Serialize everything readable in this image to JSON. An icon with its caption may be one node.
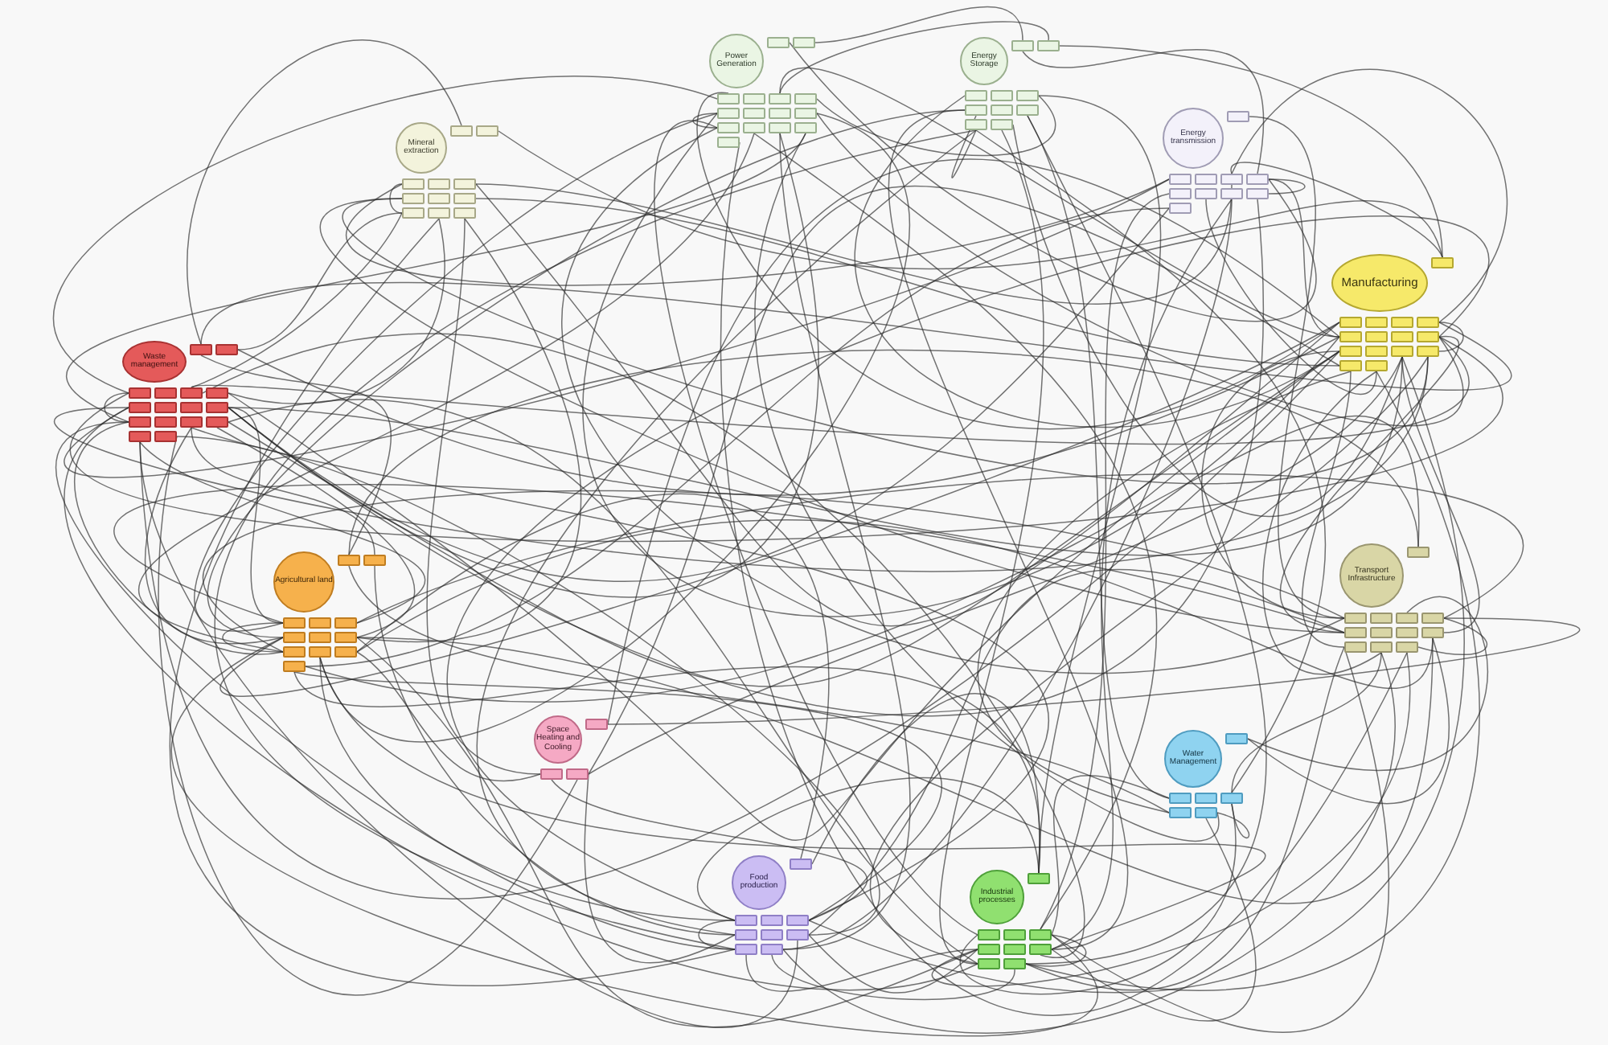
{
  "diagram": {
    "nodes": [
      {
        "text": [
          "Power Generation"
        ]
      },
      {
        "text": [],
        "shape": "box"
      },
      {
        "text": [],
        "shape": "box"
      },
      {
        "text": [],
        "shape": "box"
      },
      {
        "text": [],
        "shape": "box"
      },
      {
        "text": [],
        "shape": "box"
      },
      {
        "text": [],
        "shape": "box"
      },
      {
        "text": [],
        "shape": "box"
      },
      {
        "text": [],
        "shape": "box"
      },
      {
        "text": [],
        "shape": "box"
      },
      {
        "text": [],
        "shape": "box"
      },
      {
        "text": [],
        "shape": "box"
      },
      {
        "text": [],
        "shape": "box"
      },
      {
        "text": [],
        "shape": "box"
      },
      {
        "text": [],
        "shape": "box"
      },
      {
        "text": [],
        "shape": "box"
      },
      {
        "text": [
          "Energy Storage"
        ]
      },
      {
        "text": [],
        "shape": "box"
      },
      {
        "text": [],
        "shape": "box"
      },
      {
        "text": [],
        "shape": "box"
      },
      {
        "text": [],
        "shape": "box"
      },
      {
        "text": [],
        "shape": "box"
      },
      {
        "text": [],
        "shape": "box"
      },
      {
        "text": [],
        "shape": "box"
      },
      {
        "text": [],
        "shape": "box"
      },
      {
        "text": [],
        "shape": "box"
      },
      {
        "text": [],
        "shape": "box"
      },
      {
        "text": [
          "Mineral extraction"
        ]
      },
      {
        "text": [],
        "shape": "box"
      },
      {
        "text": [],
        "shape": "box"
      },
      {
        "text": [],
        "shape": "box"
      },
      {
        "text": [],
        "shape": "box"
      },
      {
        "text": [],
        "shape": "box"
      },
      {
        "text": [],
        "shape": "box"
      },
      {
        "text": [],
        "shape": "box"
      },
      {
        "text": [],
        "shape": "box"
      },
      {
        "text": [],
        "shape": "box"
      },
      {
        "text": [],
        "shape": "box"
      },
      {
        "text": [],
        "shape": "box"
      },
      {
        "text": [
          "Energy transmission"
        ]
      },
      {
        "text": [],
        "shape": "box"
      },
      {
        "text": [],
        "shape": "box"
      },
      {
        "text": [],
        "shape": "box"
      },
      {
        "text": [],
        "shape": "box"
      },
      {
        "text": [],
        "shape": "box"
      },
      {
        "text": [],
        "shape": "box"
      },
      {
        "text": [],
        "shape": "box"
      },
      {
        "text": [],
        "shape": "box"
      },
      {
        "text": [],
        "shape": "box"
      },
      {
        "text": [],
        "shape": "box"
      },
      {
        "text": [
          "Manufacturing"
        ]
      },
      {
        "text": [],
        "shape": "box"
      },
      {
        "text": [],
        "shape": "box"
      },
      {
        "text": [],
        "shape": "box"
      },
      {
        "text": [],
        "shape": "box"
      },
      {
        "text": [],
        "shape": "box"
      },
      {
        "text": [],
        "shape": "box"
      },
      {
        "text": [],
        "shape": "box"
      },
      {
        "text": [],
        "shape": "box"
      },
      {
        "text": [],
        "shape": "box"
      },
      {
        "text": [],
        "shape": "box"
      },
      {
        "text": [],
        "shape": "box"
      },
      {
        "text": [],
        "shape": "box"
      },
      {
        "text": [],
        "shape": "box"
      },
      {
        "text": [],
        "shape": "box"
      },
      {
        "text": [],
        "shape": "box"
      },
      {
        "text": [
          "Waste management"
        ]
      },
      {
        "text": [],
        "shape": "box"
      },
      {
        "text": [],
        "shape": "box"
      },
      {
        "text": [],
        "shape": "box"
      },
      {
        "text": [],
        "shape": "box"
      },
      {
        "text": [],
        "shape": "box"
      },
      {
        "text": [],
        "shape": "box"
      },
      {
        "text": [],
        "shape": "box"
      },
      {
        "text": [],
        "shape": "box"
      },
      {
        "text": [],
        "shape": "box"
      },
      {
        "text": [],
        "shape": "box"
      },
      {
        "text": [],
        "shape": "box"
      },
      {
        "text": [],
        "shape": "box"
      },
      {
        "text": [],
        "shape": "box"
      },
      {
        "text": [],
        "shape": "box"
      },
      {
        "text": [],
        "shape": "box"
      },
      {
        "text": [],
        "shape": "box"
      },
      {
        "text": [
          "Agricultural land"
        ]
      },
      {
        "text": [],
        "shape": "box"
      },
      {
        "text": [],
        "shape": "box"
      },
      {
        "text": [],
        "shape": "box"
      },
      {
        "text": [],
        "shape": "box"
      },
      {
        "text": [],
        "shape": "box"
      },
      {
        "text": [],
        "shape": "box"
      },
      {
        "text": [],
        "shape": "box"
      },
      {
        "text": [],
        "shape": "box"
      },
      {
        "text": [],
        "shape": "box"
      },
      {
        "text": [],
        "shape": "box"
      },
      {
        "text": [],
        "shape": "box"
      },
      {
        "text": [],
        "shape": "box"
      },
      {
        "text": [
          "Transport Infrastructure"
        ]
      },
      {
        "text": [],
        "shape": "box"
      },
      {
        "text": [],
        "shape": "box"
      },
      {
        "text": [],
        "shape": "box"
      },
      {
        "text": [],
        "shape": "box"
      },
      {
        "text": [],
        "shape": "box"
      },
      {
        "text": [],
        "shape": "box"
      },
      {
        "text": [],
        "shape": "box"
      },
      {
        "text": [],
        "shape": "box"
      },
      {
        "text": [],
        "shape": "box"
      },
      {
        "text": [],
        "shape": "box"
      },
      {
        "text": [],
        "shape": "box"
      },
      {
        "text": [],
        "shape": "box"
      },
      {
        "text": [
          "Space Heating and Cooling"
        ]
      },
      {
        "text": [],
        "shape": "box"
      },
      {
        "text": [],
        "shape": "box"
      },
      {
        "text": [],
        "shape": "box"
      },
      {
        "text": [
          "Water Management"
        ]
      },
      {
        "text": [],
        "shape": "box"
      },
      {
        "text": [],
        "shape": "box"
      },
      {
        "text": [],
        "shape": "box"
      },
      {
        "text": [],
        "shape": "box"
      },
      {
        "text": [],
        "shape": "box"
      },
      {
        "text": [],
        "shape": "box"
      },
      {
        "text": [
          "Food production"
        ]
      },
      {
        "text": [],
        "shape": "box"
      },
      {
        "text": [],
        "shape": "box"
      },
      {
        "text": [],
        "shape": "box"
      },
      {
        "text": [],
        "shape": "box"
      },
      {
        "text": [],
        "shape": "box"
      },
      {
        "text": [],
        "shape": "box"
      },
      {
        "text": [],
        "shape": "box"
      },
      {
        "text": [],
        "shape": "box"
      },
      {
        "text": [],
        "shape": "box"
      },
      {
        "text": [
          "Industrial processes"
        ]
      },
      {
        "text": [],
        "shape": "box"
      },
      {
        "text": [],
        "shape": "box"
      },
      {
        "text": [],
        "shape": "box"
      },
      {
        "text": [],
        "shape": "box"
      },
      {
        "text": [],
        "shape": "box"
      },
      {
        "text": [],
        "shape": "box"
      },
      {
        "text": [],
        "shape": "box"
      },
      {
        "text": [],
        "shape": "box"
      },
      {
        "text": [],
        "shape": "box"
      }
    ],
    "edges": [
      {
        "from": 67,
        "to": 55,
        "arrow": "none"
      },
      {
        "from": 68,
        "to": 56,
        "arrow": "none"
      },
      {
        "from": 69,
        "to": 59,
        "arrow": "none"
      },
      {
        "from": 80,
        "to": 60,
        "arrow": "none"
      },
      {
        "from": 71,
        "to": 59,
        "arrow": "none"
      },
      {
        "from": 72,
        "to": 60,
        "arrow": "none"
      },
      {
        "from": 73,
        "to": 63,
        "arrow": "none"
      },
      {
        "from": 76,
        "to": 62,
        "arrow": "none"
      },
      {
        "from": 79,
        "to": 85,
        "arrow": "none"
      },
      {
        "from": 76,
        "to": 86,
        "arrow": "none"
      },
      {
        "from": 77,
        "to": 92,
        "arrow": "none"
      },
      {
        "from": 81,
        "to": 88,
        "arrow": "none"
      },
      {
        "from": 79,
        "to": 89,
        "arrow": "none"
      },
      {
        "from": 80,
        "to": 91,
        "arrow": "none"
      },
      {
        "from": 84,
        "to": 97,
        "arrow": "none"
      },
      {
        "from": 86,
        "to": 102,
        "arrow": "none"
      },
      {
        "from": 88,
        "to": 101,
        "arrow": "none"
      },
      {
        "from": 91,
        "to": 105,
        "arrow": "none"
      },
      {
        "from": 92,
        "to": 98,
        "arrow": "none"
      },
      {
        "from": 95,
        "to": 131,
        "arrow": "none"
      },
      {
        "from": 89,
        "to": 134,
        "arrow": "none"
      },
      {
        "from": 91,
        "to": 135,
        "arrow": "none"
      },
      {
        "from": 93,
        "to": 137,
        "arrow": "none"
      },
      {
        "from": 94,
        "to": 121,
        "arrow": "none"
      },
      {
        "from": 95,
        "to": 124,
        "arrow": "none"
      },
      {
        "from": 85,
        "to": 125,
        "arrow": "none"
      },
      {
        "from": 81,
        "to": 127,
        "arrow": "none"
      },
      {
        "from": 82,
        "to": 127,
        "arrow": "none"
      },
      {
        "from": 71,
        "to": 137,
        "arrow": "none"
      },
      {
        "from": 73,
        "to": 138,
        "arrow": "none"
      },
      {
        "from": 29,
        "to": 51,
        "arrow": "none"
      },
      {
        "from": 32,
        "to": 52,
        "arrow": "none"
      },
      {
        "from": 33,
        "to": 63,
        "arrow": "none"
      },
      {
        "from": 35,
        "to": 64,
        "arrow": "none"
      },
      {
        "from": 30,
        "to": 41,
        "arrow": "none"
      },
      {
        "from": 32,
        "to": 43,
        "arrow": "none"
      },
      {
        "from": 36,
        "to": 68,
        "arrow": "none"
      },
      {
        "from": 36,
        "to": 71,
        "arrow": "none"
      },
      {
        "from": 37,
        "to": 72,
        "arrow": "none"
      },
      {
        "from": 38,
        "to": 91,
        "arrow": "none"
      },
      {
        "from": 3,
        "to": 52,
        "arrow": "none"
      },
      {
        "from": 5,
        "to": 56,
        "arrow": "none"
      },
      {
        "from": 7,
        "to": 56,
        "arrow": "none"
      },
      {
        "from": 10,
        "to": 59,
        "arrow": "none"
      },
      {
        "from": 5,
        "to": 18,
        "arrow": "none"
      },
      {
        "from": 6,
        "to": 21,
        "arrow": "none"
      },
      {
        "from": 12,
        "to": 92,
        "arrow": "none"
      },
      {
        "from": 10,
        "to": 93,
        "arrow": "none"
      },
      {
        "from": 11,
        "to": 132,
        "arrow": "none"
      },
      {
        "from": 12,
        "to": 134,
        "arrow": "none"
      },
      {
        "from": 13,
        "to": 76,
        "arrow": "none"
      },
      {
        "from": 14,
        "to": 77,
        "arrow": "none"
      },
      {
        "from": 15,
        "to": 108,
        "arrow": "none"
      },
      {
        "from": 21,
        "to": 131,
        "arrow": "none"
      },
      {
        "from": 22,
        "to": 137,
        "arrow": "none"
      },
      {
        "from": 24,
        "to": 139,
        "arrow": "none"
      },
      {
        "from": 24,
        "to": 115,
        "arrow": "none"
      },
      {
        "from": 25,
        "to": 117,
        "arrow": "none"
      },
      {
        "from": 19,
        "to": 60,
        "arrow": "none"
      },
      {
        "from": 26,
        "to": 62,
        "arrow": "none"
      },
      {
        "from": 25,
        "to": 128,
        "arrow": "none"
      },
      {
        "from": 43,
        "to": 55,
        "arrow": "none"
      },
      {
        "from": 44,
        "to": 56,
        "arrow": "none"
      },
      {
        "from": 46,
        "to": 65,
        "arrow": "none"
      },
      {
        "from": 45,
        "to": 134,
        "arrow": "none"
      },
      {
        "from": 47,
        "to": 137,
        "arrow": "none"
      },
      {
        "from": 48,
        "to": 76,
        "arrow": "none"
      },
      {
        "from": 49,
        "to": 76,
        "arrow": "none"
      },
      {
        "from": 40,
        "to": 98,
        "arrow": "none"
      },
      {
        "from": 59,
        "to": 102,
        "arrow": "none"
      },
      {
        "from": 62,
        "to": 105,
        "arrow": "none"
      },
      {
        "from": 64,
        "to": 106,
        "arrow": "none"
      },
      {
        "from": 63,
        "to": 138,
        "arrow": "none"
      },
      {
        "from": 65,
        "to": 139,
        "arrow": "none"
      },
      {
        "from": 59,
        "to": 122,
        "arrow": "none"
      },
      {
        "from": 62,
        "to": 124,
        "arrow": "none"
      },
      {
        "from": 64,
        "to": 118,
        "arrow": "none"
      },
      {
        "from": 56,
        "to": 110,
        "arrow": "none"
      },
      {
        "from": 105,
        "to": 114,
        "arrow": "none"
      },
      {
        "from": 107,
        "to": 117,
        "arrow": "none"
      },
      {
        "from": 106,
        "to": 134,
        "arrow": "none"
      },
      {
        "from": 108,
        "to": 135,
        "arrow": "none"
      },
      {
        "from": 97,
        "to": 95,
        "arrow": "none"
      },
      {
        "from": 105,
        "to": 94,
        "arrow": "none"
      },
      {
        "from": 107,
        "to": 129,
        "arrow": "none"
      },
      {
        "from": 111,
        "to": 124,
        "arrow": "none"
      },
      {
        "from": 112,
        "to": 125,
        "arrow": "none"
      },
      {
        "from": 110,
        "to": 101,
        "arrow": "none"
      },
      {
        "from": 112,
        "to": 62,
        "arrow": "none"
      },
      {
        "from": 119,
        "to": 137,
        "arrow": "none"
      },
      {
        "from": 117,
        "to": 132,
        "arrow": "none"
      },
      {
        "from": 118,
        "to": 84,
        "arrow": "none"
      },
      {
        "from": 122,
        "to": 131,
        "arrow": "none"
      },
      {
        "from": 127,
        "to": 135,
        "arrow": "none"
      },
      {
        "from": 129,
        "to": 139,
        "arrow": "none"
      },
      {
        "from": 124,
        "to": 79,
        "arrow": "none"
      },
      {
        "from": 138,
        "to": 80,
        "arrow": "none"
      },
      {
        "from": 7,
        "to": 11,
        "arrow": "none"
      },
      {
        "from": 22,
        "to": 25,
        "arrow": "none"
      },
      {
        "from": 30,
        "to": 36,
        "arrow": "none"
      },
      {
        "from": 44,
        "to": 48,
        "arrow": "none"
      },
      {
        "from": 55,
        "to": 63,
        "arrow": "none"
      },
      {
        "from": 69,
        "to": 77,
        "arrow": "none"
      },
      {
        "from": 86,
        "to": 92,
        "arrow": "none"
      },
      {
        "from": 101,
        "to": 108,
        "arrow": "none"
      },
      {
        "from": 122,
        "to": 128,
        "arrow": "none"
      },
      {
        "from": 134,
        "to": 139,
        "arrow": "none"
      },
      {
        "from": 117,
        "to": 119,
        "arrow": "none"
      },
      {
        "from": 3,
        "to": 69,
        "arrow": "none"
      },
      {
        "from": 7,
        "to": 86,
        "arrow": "none"
      },
      {
        "from": 11,
        "to": 98,
        "arrow": "none"
      },
      {
        "from": 14,
        "to": 119,
        "arrow": "none"
      },
      {
        "from": 1,
        "to": 44,
        "arrow": "none"
      },
      {
        "from": 2,
        "to": 17,
        "arrow": "none"
      },
      {
        "from": 13,
        "to": 129,
        "arrow": "none"
      },
      {
        "from": 17,
        "to": 44,
        "arrow": "none"
      },
      {
        "from": 18,
        "to": 51,
        "arrow": "none"
      },
      {
        "from": 22,
        "to": 89,
        "arrow": "none"
      },
      {
        "from": 25,
        "to": 125,
        "arrow": "none"
      },
      {
        "from": 26,
        "to": 138,
        "arrow": "none"
      },
      {
        "from": 28,
        "to": 67,
        "arrow": "none"
      },
      {
        "from": 33,
        "to": 102,
        "arrow": "none"
      },
      {
        "from": 37,
        "to": 128,
        "arrow": "none"
      },
      {
        "from": 38,
        "to": 111,
        "arrow": "none"
      },
      {
        "from": 41,
        "to": 73,
        "arrow": "none"
      },
      {
        "from": 47,
        "to": 129,
        "arrow": "none"
      },
      {
        "from": 49,
        "to": 95,
        "arrow": "none"
      },
      {
        "from": 43,
        "to": 51,
        "arrow": "none"
      },
      {
        "from": 52,
        "to": 89,
        "arrow": "none"
      },
      {
        "from": 60,
        "to": 81,
        "arrow": "none"
      },
      {
        "from": 65,
        "to": 107,
        "arrow": "none"
      },
      {
        "from": 64,
        "to": 112,
        "arrow": "none"
      },
      {
        "from": 67,
        "to": 84,
        "arrow": "none"
      },
      {
        "from": 82,
        "to": 112,
        "arrow": "none"
      },
      {
        "from": 77,
        "to": 128,
        "arrow": "none"
      },
      {
        "from": 93,
        "to": 122,
        "arrow": "none"
      },
      {
        "from": 94,
        "to": 111,
        "arrow": "none"
      },
      {
        "from": 102,
        "to": 127,
        "arrow": "none"
      },
      {
        "from": 106,
        "to": 139,
        "arrow": "none"
      },
      {
        "from": 98,
        "to": 60,
        "arrow": "none"
      },
      {
        "from": 115,
        "to": 134,
        "arrow": "none"
      },
      {
        "from": 114,
        "to": 100,
        "arrow": "none"
      },
      {
        "from": 121,
        "to": 131,
        "arrow": "none"
      },
      {
        "from": 128,
        "to": 135,
        "arrow": "none"
      }
    ]
  }
}
